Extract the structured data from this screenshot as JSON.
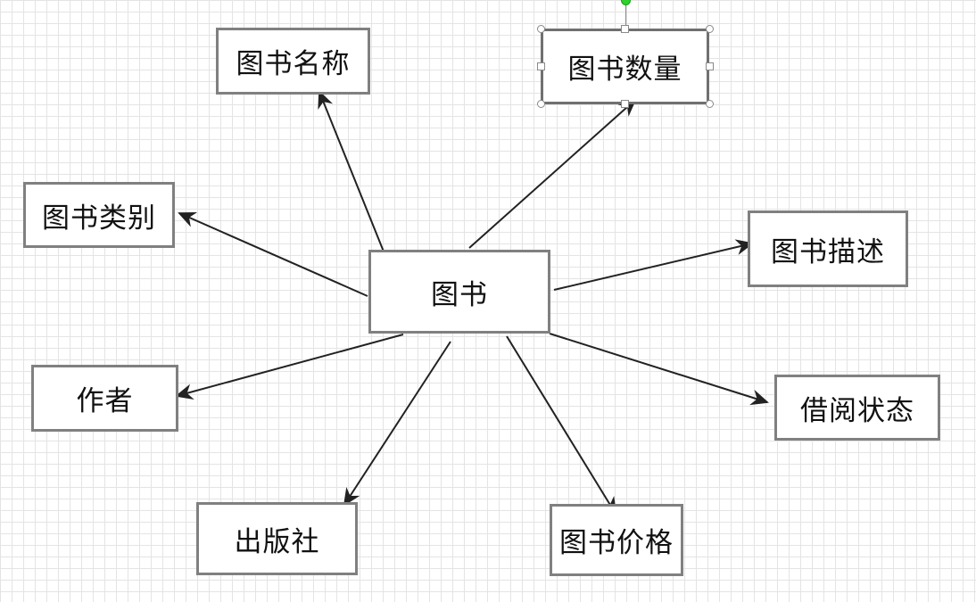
{
  "diagram": {
    "center": {
      "id": "book",
      "label": "图书"
    },
    "attributes": [
      {
        "id": "book-name",
        "label": "图书名称"
      },
      {
        "id": "book-quantity",
        "label": "图书数量"
      },
      {
        "id": "book-category",
        "label": "图书类别"
      },
      {
        "id": "book-description",
        "label": "图书描述"
      },
      {
        "id": "author",
        "label": "作者"
      },
      {
        "id": "borrow-status",
        "label": "借阅状态"
      },
      {
        "id": "publisher",
        "label": "出版社"
      },
      {
        "id": "book-price",
        "label": "图书价格"
      }
    ],
    "selected_node": "book-quantity",
    "colors": {
      "border": "#808080",
      "arrow": "#222222",
      "grid": "#e4e4e4",
      "rotate_handle": "#2fd12f"
    }
  }
}
